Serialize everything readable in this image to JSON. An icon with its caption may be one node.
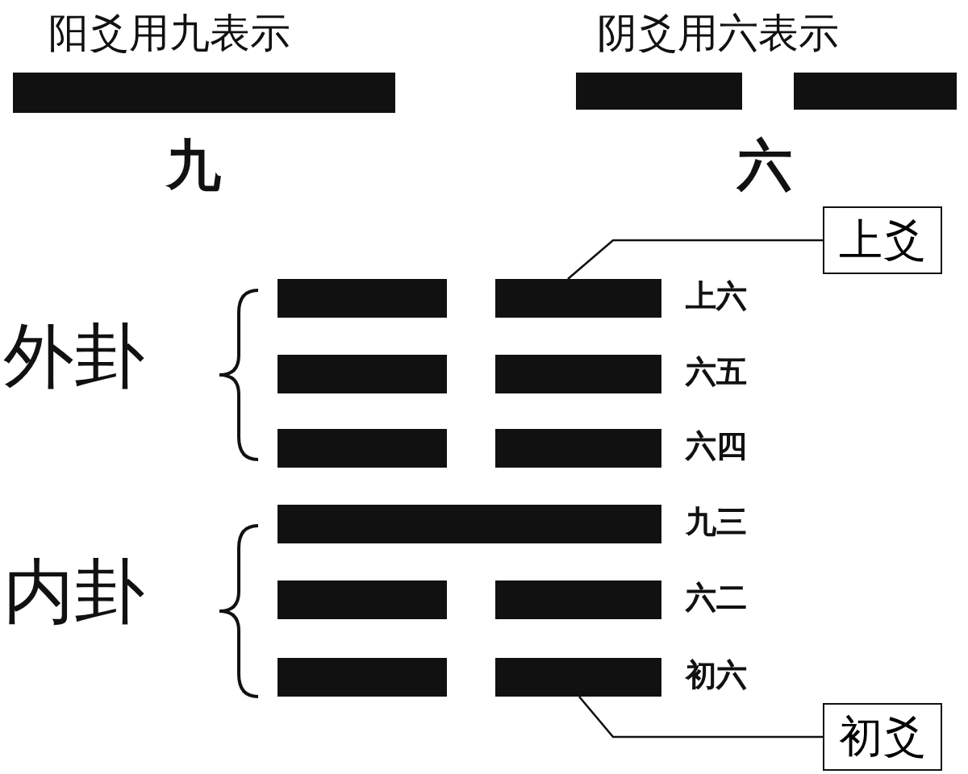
{
  "diagram": {
    "nodes": [
      {
        "text": [],
        "shape": "bar"
      },
      {
        "text": [],
        "shape": "bar"
      },
      {
        "text": [],
        "shape": "bar"
      },
      {
        "text": [
          "上爻"
        ]
      },
      {
        "text": [],
        "shape": "bar"
      },
      {
        "text": [],
        "shape": "bar"
      },
      {
        "text": [],
        "shape": "bar"
      },
      {
        "text": [],
        "shape": "bar"
      },
      {
        "text": [],
        "shape": "bar"
      },
      {
        "text": [],
        "shape": "bar"
      },
      {
        "text": [],
        "shape": "bar"
      },
      {
        "text": [],
        "shape": "bar"
      },
      {
        "text": [],
        "shape": "bar"
      },
      {
        "text": [],
        "shape": "bar"
      },
      {
        "text": [],
        "shape": "bar"
      },
      {
        "text": [
          "初爻"
        ]
      }
    ],
    "edges": [
      {
        "from": 3,
        "to": 5,
        "arrow": "none"
      },
      {
        "from": 15,
        "to": 14,
        "arrow": "none"
      }
    ],
    "labels": [
      "阳爻用九表示",
      "阴爻用六表示",
      "九",
      "六",
      "外卦",
      "上六",
      "六五",
      "六四",
      "内卦",
      "九三",
      "六二",
      "初六"
    ]
  }
}
